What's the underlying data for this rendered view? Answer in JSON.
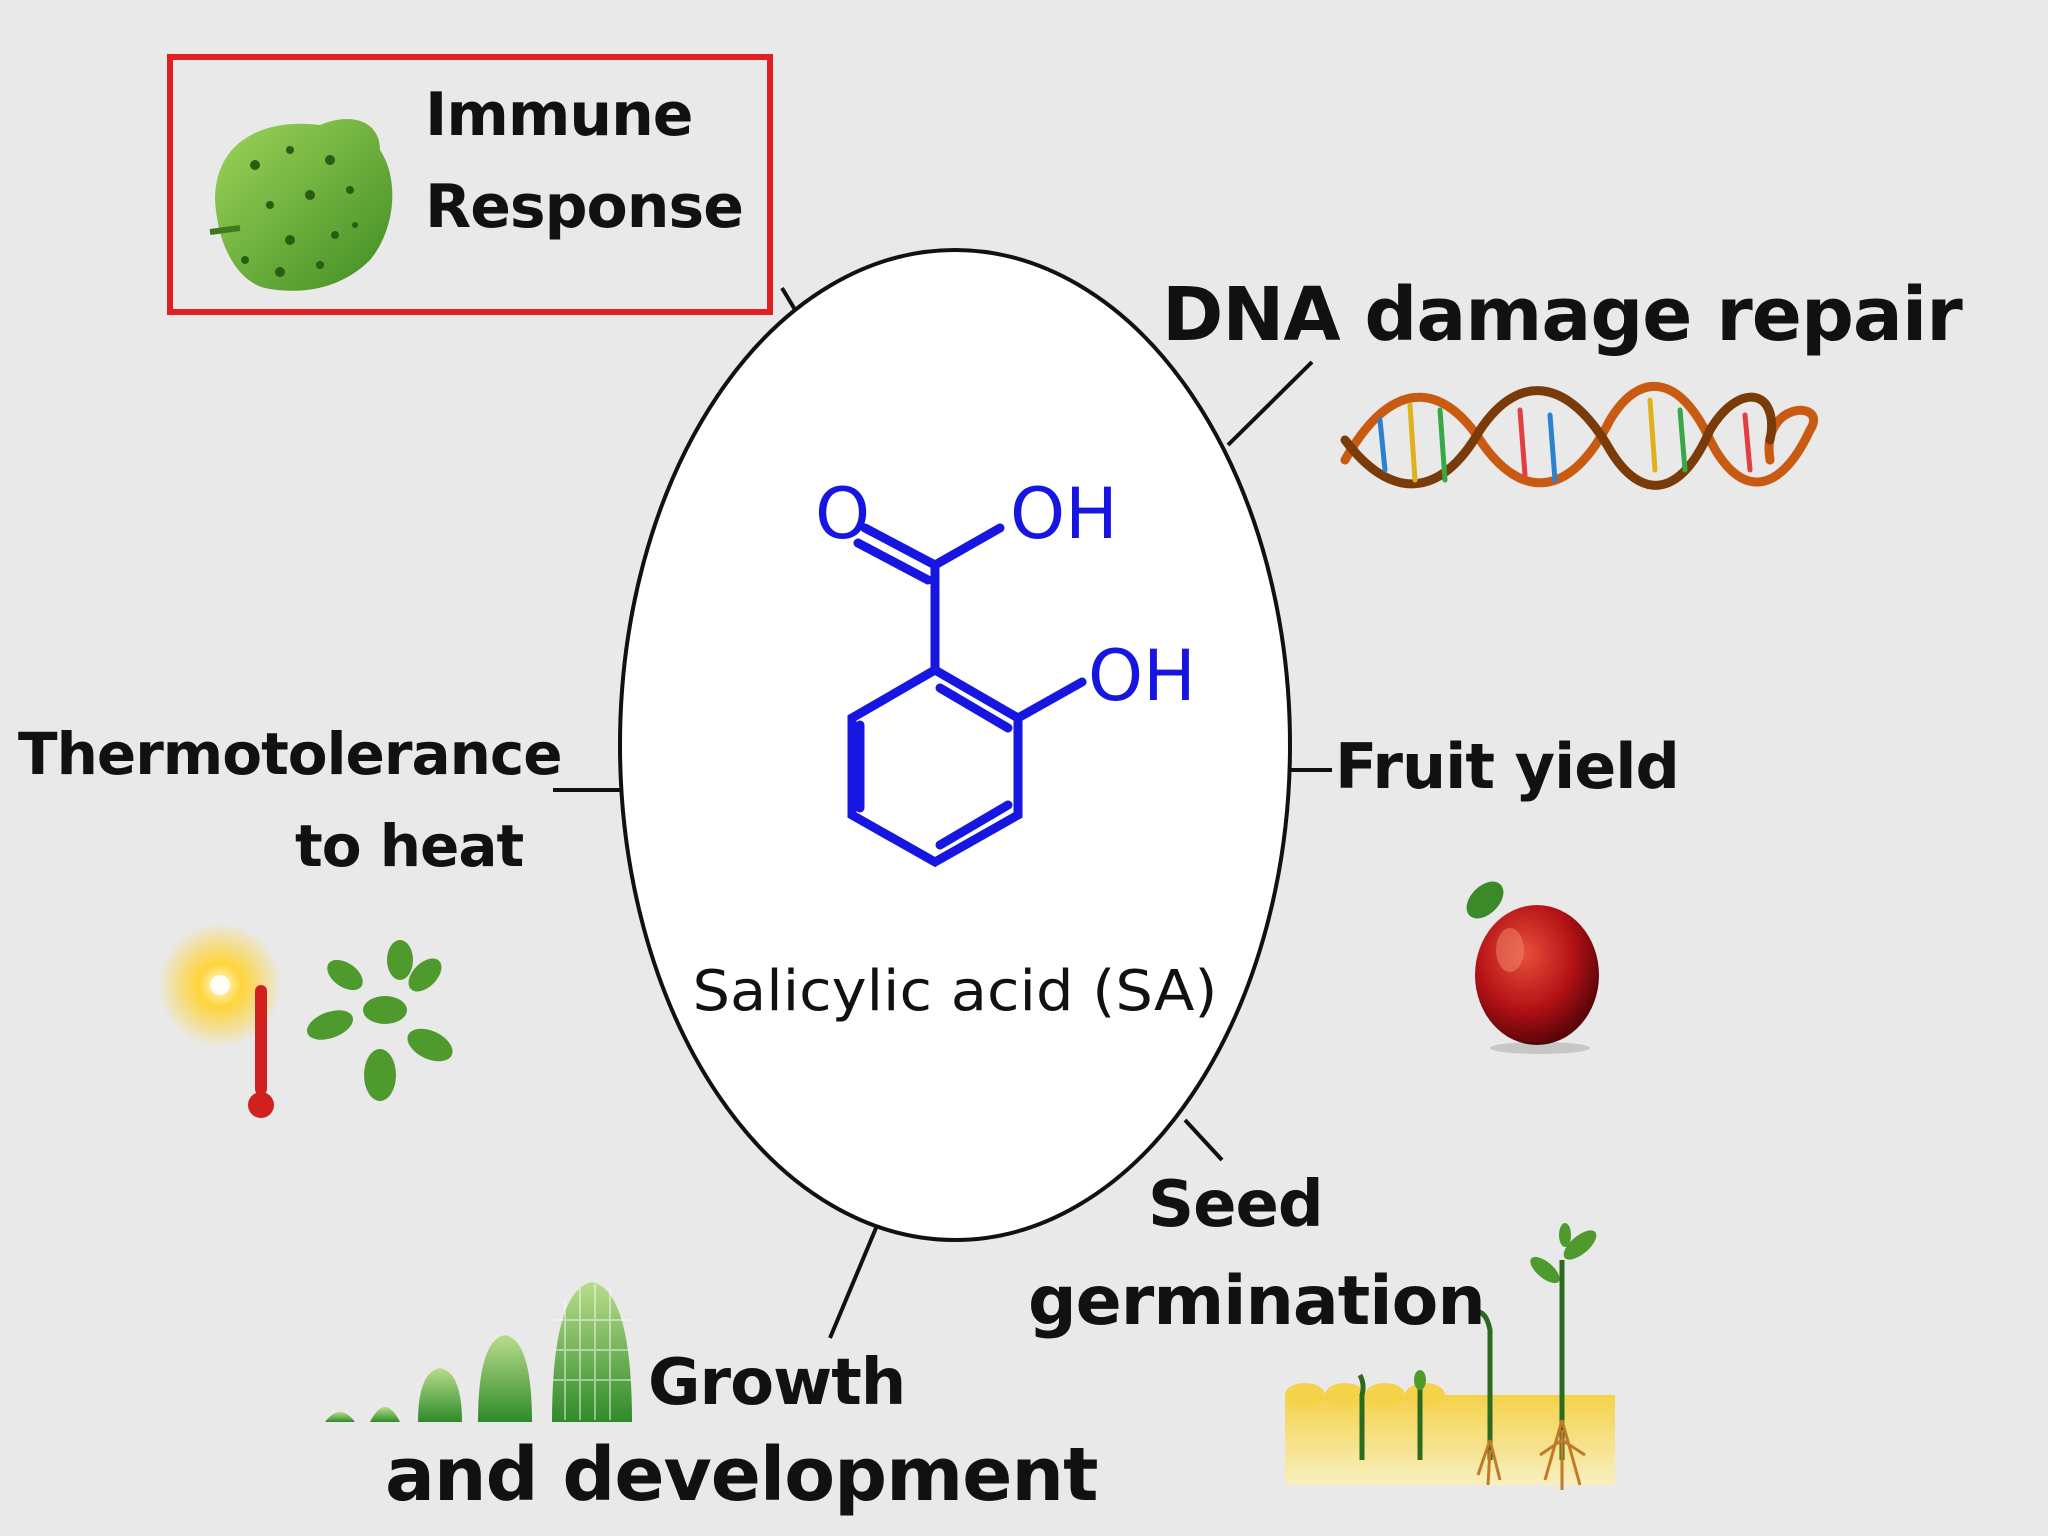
{
  "center": {
    "molecule_name": "Salicylic acid (SA)",
    "oh_top": "OH",
    "oh_side": "OH",
    "o_double": "O"
  },
  "roles": {
    "immune": {
      "line1": "Immune",
      "line2": "Response"
    },
    "dna": "DNA damage repair",
    "thermo": {
      "line1": "Thermotolerance",
      "line2": "to heat"
    },
    "fruit": "Fruit yield",
    "seed": {
      "line1": "Seed",
      "line2": "germination"
    },
    "growth": {
      "line1": "Growth",
      "line2": "and development"
    }
  },
  "colors": {
    "background": "#e9e9e9",
    "molecule": "#1616e0",
    "highlight_box": "#e02020",
    "ellipse_fill": "#ffffff",
    "text": "#111111"
  },
  "icons": [
    "leaf-icon",
    "dna-helix-icon",
    "sun-icon",
    "thermometer-icon",
    "plant-icon",
    "apple-icon",
    "seedlings-icon",
    "growth-stages-icon"
  ]
}
